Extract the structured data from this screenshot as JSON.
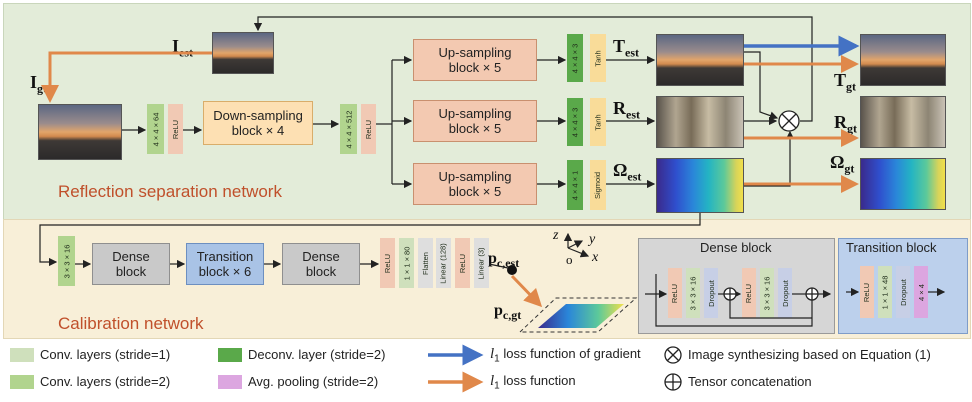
{
  "sections": {
    "reflection": "Reflection separation network",
    "calibration": "Calibration network",
    "dense_block": "Dense block",
    "transition_block": "Transition block"
  },
  "labels": {
    "i_gt": "I",
    "i_gt_sub": "gt",
    "i_est": "I",
    "i_est_sub": "est",
    "t_est": "T",
    "t_est_sub": "est",
    "r_est": "R",
    "r_est_sub": "est",
    "omega_est": "Ω",
    "omega_est_sub": "est",
    "t_gt": "T",
    "t_gt_sub": "gt",
    "r_gt": "R",
    "r_gt_sub": "gt",
    "omega_gt": "Ω",
    "omega_gt_sub": "gt",
    "pc_est": "p",
    "pc_est_sub": "c,est",
    "pc_gt": "p",
    "pc_gt_sub": "c,gt",
    "axis_z": "z",
    "axis_y": "y",
    "axis_o": "o",
    "axis_x": "x"
  },
  "blocks": {
    "downsampling": "Down-sampling block × 4",
    "upsampling_1": "Up-sampling block × 5",
    "upsampling_2": "Up-sampling block × 5",
    "upsampling_3": "Up-sampling block × 5",
    "dense_1": "Dense block",
    "transition": "Transition block × 6",
    "dense_2": "Dense block"
  },
  "layers": {
    "conv_4x4x64": "4 × 4 × 64",
    "relu_1": "ReLU",
    "conv_4x4x512": "4 × 4 × 512",
    "relu_2": "ReLU",
    "deconv_t": "4 × 4 × 3",
    "tanh_t": "Tanh",
    "deconv_r": "4 × 4 × 3",
    "tanh_r": "Tanh",
    "deconv_o": "4 × 4 × 1",
    "sigmoid_o": "Sigmoid",
    "conv_3x3x16": "3 × 3 × 16",
    "relu_3": "ReLU",
    "conv_1x1x80": "1 × 1 × 80",
    "flatten": "Flatten",
    "linear_128": "Linear (128)",
    "relu_4": "ReLU",
    "linear_3": "Linear (3)"
  },
  "dense_detail": [
    "ReLU",
    "3 × 3 × 16",
    "Dropout",
    "ReLU",
    "3 × 3 × 16",
    "Dropout"
  ],
  "transition_detail": [
    "ReLU",
    "1 × 1 × 48",
    "Dropout",
    "4 × 4"
  ],
  "legend": {
    "conv1": "Conv. layers (stride=1)",
    "conv2": "Conv. layers (stride=2)",
    "deconv": "Deconv. layer (stride=2)",
    "pool": "Avg. pooling (stride=2)",
    "grad_loss": "loss function  of gradient",
    "l1_loss": "loss function",
    "l1_symbol": "l",
    "l1_sub": "1",
    "synth": "Image synthesizing based on Equation (1)",
    "concat": "Tensor concatenation"
  },
  "colors": {
    "conv1": "#cfe0bc",
    "conv2": "#b1d48e",
    "deconv": "#5aa94a",
    "pool": "#dca6e0",
    "grad_arrow": "#4472c4",
    "loss_arrow": "#e0884a",
    "section_title": "#c0502b"
  }
}
